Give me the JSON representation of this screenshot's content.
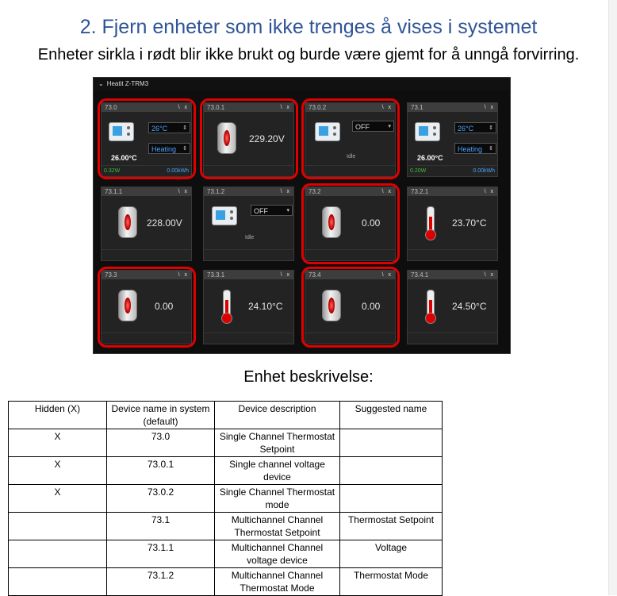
{
  "heading": "2. Fjern enheter som ikke trenges å vises i systemet",
  "subheading": "Enheter sirkla i rødt blir ikke brukt og burde være gjemt for å unngå forvirring.",
  "panel": {
    "title": "Heatit Z-TRM3",
    "card_buttons": "\\ x",
    "cards": [
      {
        "id": "73.0",
        "setpoint": "26°C",
        "mode": "Heating",
        "temp": "26.00°C",
        "power": "0.32W",
        "energy": "0.00kWh"
      },
      {
        "id": "73.0.1",
        "value": "229.20V"
      },
      {
        "id": "73.0.2",
        "mode": "OFF",
        "status": "Idle"
      },
      {
        "id": "73.1",
        "setpoint": "26°C",
        "mode": "Heating",
        "temp": "26.00°C",
        "power": "0.20W",
        "energy": "0.00kWh"
      },
      {
        "id": "73.1.1",
        "value": "228.00V"
      },
      {
        "id": "73.1.2",
        "mode": "OFF",
        "status": "Idle"
      },
      {
        "id": "73.2",
        "value": "0.00"
      },
      {
        "id": "73.2.1",
        "value": "23.70°C"
      },
      {
        "id": "73.3",
        "value": "0.00"
      },
      {
        "id": "73.3.1",
        "value": "24.10°C"
      },
      {
        "id": "73.4",
        "value": "0.00"
      },
      {
        "id": "73.4.1",
        "value": "24.50°C"
      }
    ],
    "highlight_color": "#e00000"
  },
  "caption": "Enhet beskrivelse:",
  "table": {
    "headers": [
      "Hidden (X)",
      "Device name in system (default)",
      "Device description",
      "Suggested name"
    ],
    "rows": [
      [
        "X",
        "73.0",
        "Single Channel Thermostat Setpoint",
        ""
      ],
      [
        "X",
        "73.0.1",
        "Single channel voltage device",
        ""
      ],
      [
        "X",
        "73.0.2",
        "Single Channel Thermostat mode",
        ""
      ],
      [
        "",
        "73.1",
        "Multichannel Channel Thermostat Setpoint",
        "Thermostat Setpoint"
      ],
      [
        "",
        "73.1.1",
        "Multichannel Channel voltage device",
        "Voltage"
      ],
      [
        "",
        "73.1.2",
        "Multichannel Channel Thermostat Mode",
        "Thermostat Mode"
      ]
    ]
  }
}
